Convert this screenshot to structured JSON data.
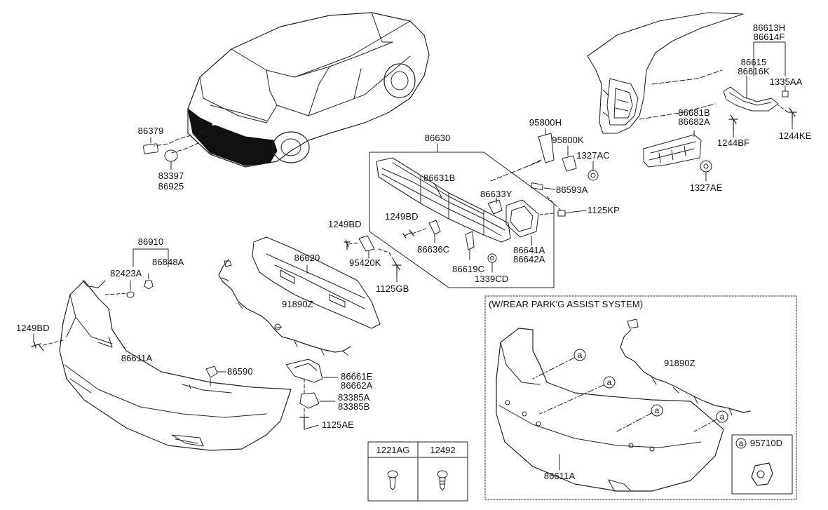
{
  "diagram": {
    "parts": {
      "p86379": "86379",
      "p83397": "83397",
      "p86925": "86925",
      "p86630": "86630",
      "p95800H": "95800H",
      "p95800K": "95800K",
      "p1327AC": "1327AC",
      "p86631B": "86631B",
      "p86633Y": "86633Y",
      "p86593A": "86593A",
      "p1125KP": "1125KP",
      "p1249BD_a": "1249BD",
      "p1249BD_b": "1249BD",
      "p1249BD_c": "1249BD",
      "p86636C": "86636C",
      "p86641A": "86641A",
      "p86642A": "86642A",
      "p86619C": "86619C",
      "p1339CD": "1339CD",
      "p95420K": "95420K",
      "p1125GB": "1125GB",
      "p86620": "86620",
      "p86910": "86910",
      "p82423A": "82423A",
      "p86848A": "86848A",
      "p91890Z_a": "91890Z",
      "p91890Z_b": "91890Z",
      "p86611A_a": "86611A",
      "p86611A_b": "86611A",
      "p86590": "86590",
      "p86661E": "86661E",
      "p86662A": "86662A",
      "p83385A_1": "83385A",
      "p83385A_2": "83385B",
      "p1125AE": "1125AE",
      "p86613H": "86613H",
      "p86614F": "86614F",
      "p86615": "86615",
      "p86616K": "86616K",
      "p1335AA": "1335AA",
      "p86681B": "86681B",
      "p86682A": "86682A",
      "p1244BF": "1244BF",
      "p1244KE": "1244KE",
      "p1327AE": "1327AE",
      "p95710D": "95710D"
    },
    "callout_letter": "a",
    "option_box_title": "(W/REAR PARK'G ASSIST SYSTEM)",
    "fastener_table": {
      "headers": [
        "1221AG",
        "12492"
      ]
    }
  }
}
